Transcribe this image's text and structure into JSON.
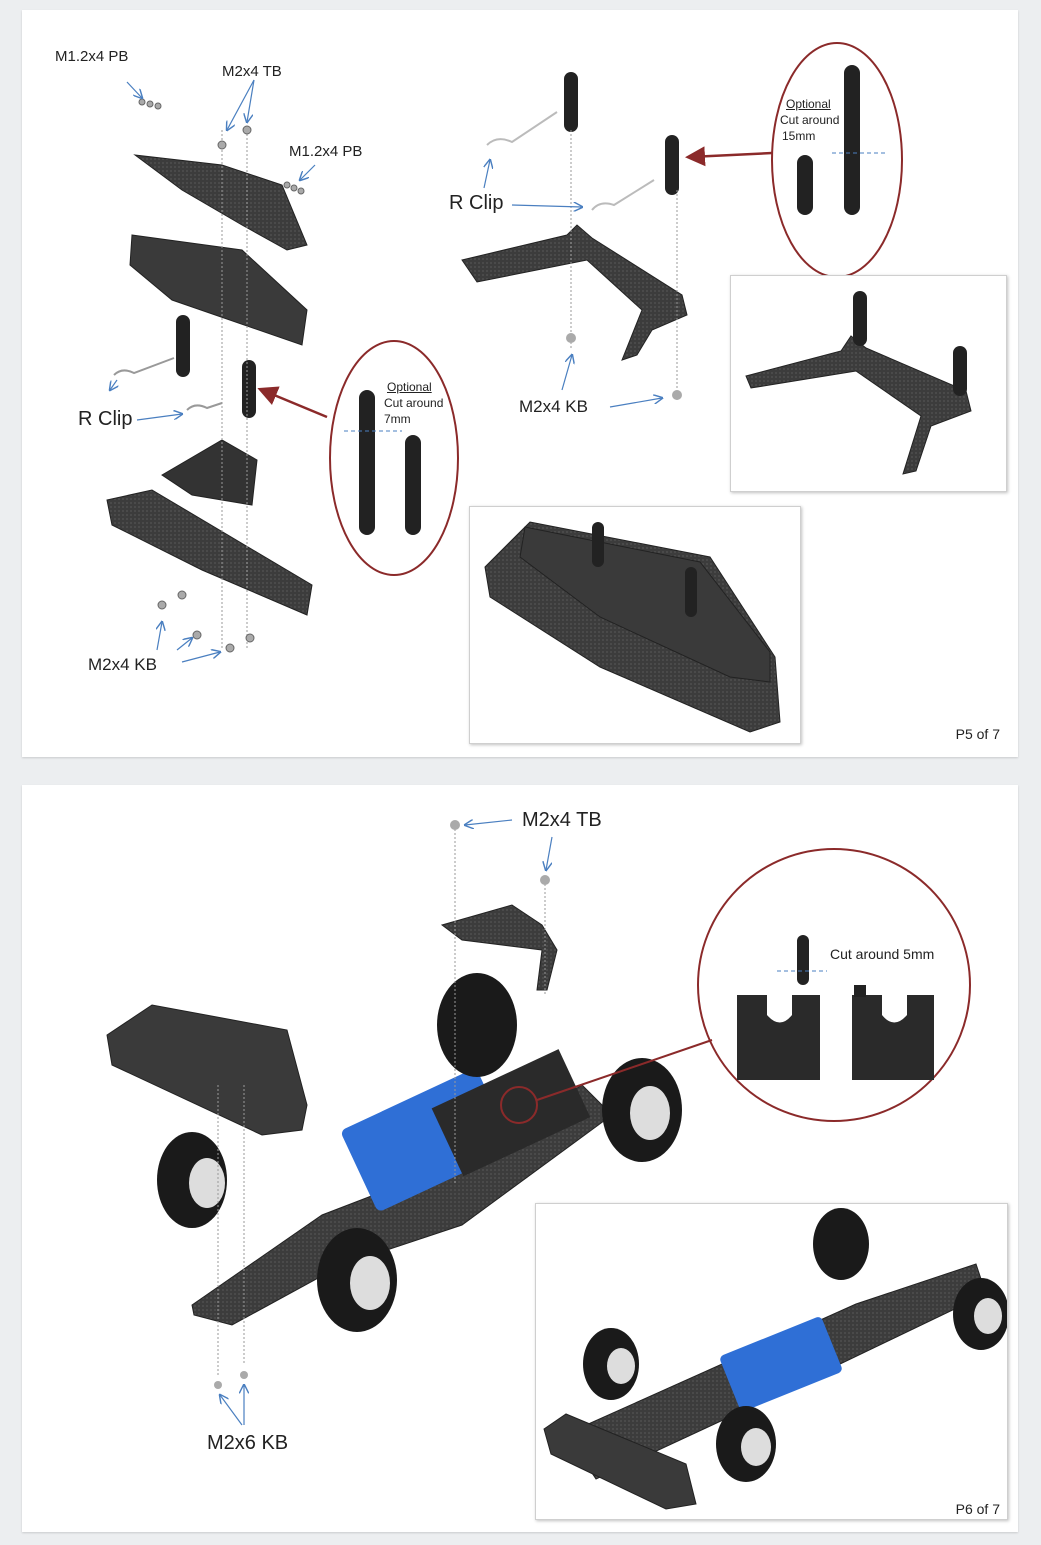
{
  "page5": {
    "labels": {
      "screw_m12_top": "M1.2x4 PB",
      "screw_m2_tb": "M2x4 TB",
      "screw_m12_right": "M1.2x4 PB",
      "rclip_left": "R Clip",
      "screw_m2_kb_left": "M2x4 KB",
      "rclip_right": "R Clip",
      "screw_m2_kb_right": "M2x4 KB"
    },
    "note_left": {
      "title": "Optional",
      "line1": "Cut around",
      "line2": "7mm"
    },
    "note_right": {
      "title": "Optional",
      "line1": "Cut around",
      "line2": "15mm"
    },
    "page_number": "P5 of 7"
  },
  "page6": {
    "labels": {
      "screw_top": "M2x4 TB",
      "screw_bottom": "M2x6 KB"
    },
    "note": "Cut around 5mm",
    "page_number": "P6 of 7"
  },
  "colors": {
    "callout": "#8b2a2a",
    "arrow": "#4a7fc0",
    "carbon": "#3a3a3a",
    "blue_part": "#2f6fd6"
  }
}
